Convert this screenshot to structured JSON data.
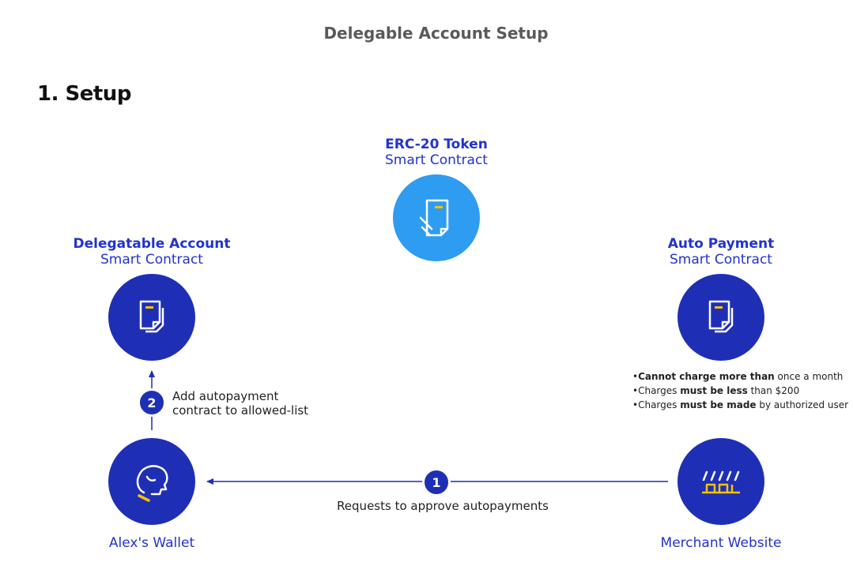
{
  "page": {
    "title": "Delegable Account Setup"
  },
  "section": {
    "heading": "1. Setup"
  },
  "nodes": {
    "erc20": {
      "line1": "ERC-20 Token",
      "line2": "Smart Contract",
      "icon": "document-sign-icon"
    },
    "delegatable": {
      "line1": "Delegatable Account",
      "line2": "Smart Contract",
      "icon": "contract-icon"
    },
    "autopay": {
      "line1": "Auto Payment",
      "line2": "Smart Contract",
      "icon": "contract-icon"
    },
    "wallet": {
      "label": "Alex's Wallet",
      "icon": "user-head-icon"
    },
    "merchant": {
      "label": "Merchant Website",
      "icon": "storefront-icon"
    }
  },
  "rules": [
    {
      "bullet": "•",
      "pre": "",
      "bold": "Cannot charge more than",
      "post": " once a month"
    },
    {
      "bullet": "•",
      "pre": "Charges ",
      "bold": "must be less",
      "post": " than $200"
    },
    {
      "bullet": "•",
      "pre": "Charges ",
      "bold": "must be made",
      "post": " by authorized user"
    }
  ],
  "steps": [
    {
      "number": "1",
      "text": "Requests to approve autopayments"
    },
    {
      "number": "2",
      "line1": "Add autopayment",
      "line2": "contract to allowed-list"
    }
  ],
  "colors": {
    "dark_blue": "#1f2fb5",
    "light_blue": "#2e9cf0",
    "accent_yellow": "#f5c400",
    "label_blue": "#2233cc"
  }
}
